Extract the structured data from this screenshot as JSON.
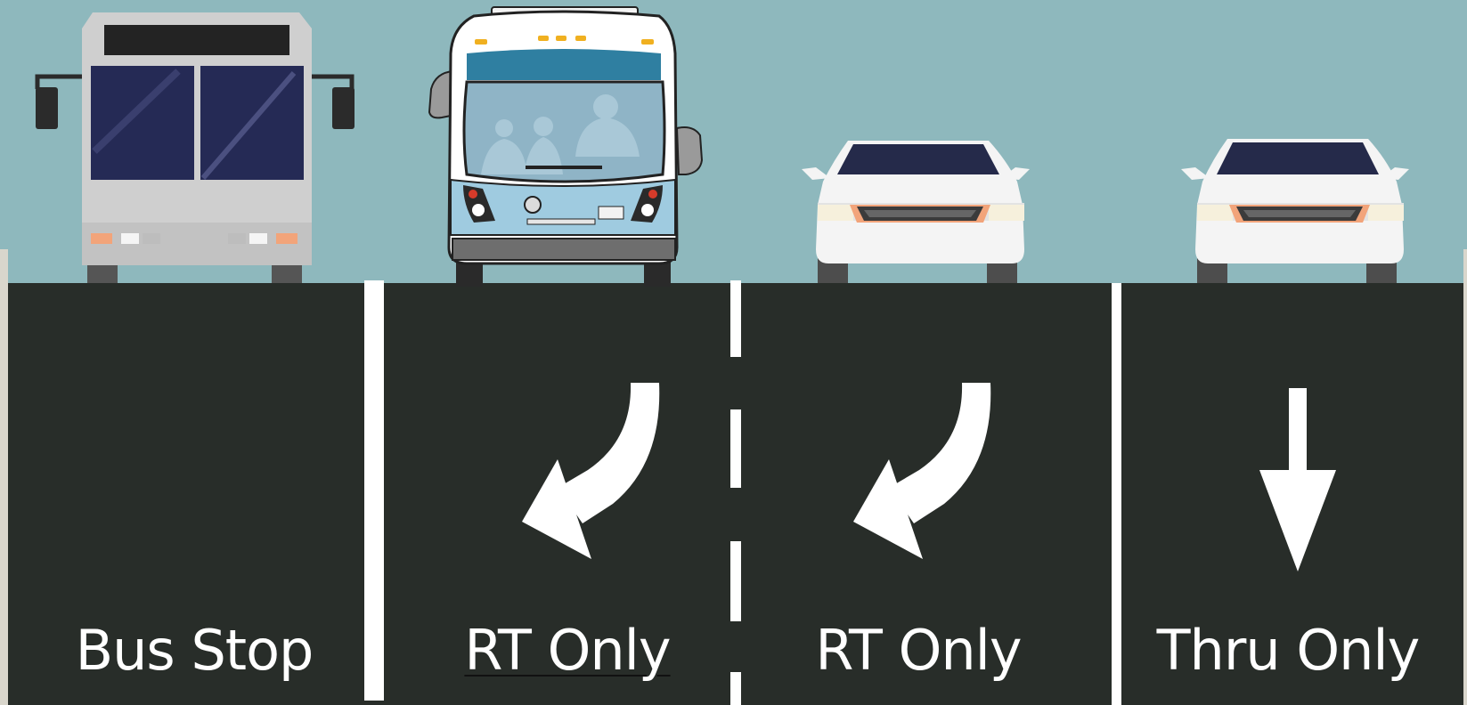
{
  "colors": {
    "sky": "#8eb8bd",
    "road": "#282d29",
    "marking": "#ffffff",
    "bus_stop_bus_body": "#cfcfcf",
    "transit_bus_body": "#9fcbe0",
    "transit_bus_windshield": "#2f7fa1",
    "car_body": "#f4f4f4",
    "car_window": "#252a4a"
  },
  "lanes": [
    {
      "label": "Bus Stop",
      "vehicle": "bus-rear",
      "arrow": "none",
      "arrow_icon": "none"
    },
    {
      "label": "RT Only",
      "vehicle": "transit-bus-front",
      "arrow": "right-turn",
      "arrow_icon": "right-turn-arrow-icon"
    },
    {
      "label": "RT Only",
      "vehicle": "car-rear",
      "arrow": "right-turn",
      "arrow_icon": "right-turn-arrow-icon"
    },
    {
      "label": "Thru Only",
      "vehicle": "car-rear",
      "arrow": "straight",
      "arrow_icon": "straight-arrow-icon"
    }
  ]
}
